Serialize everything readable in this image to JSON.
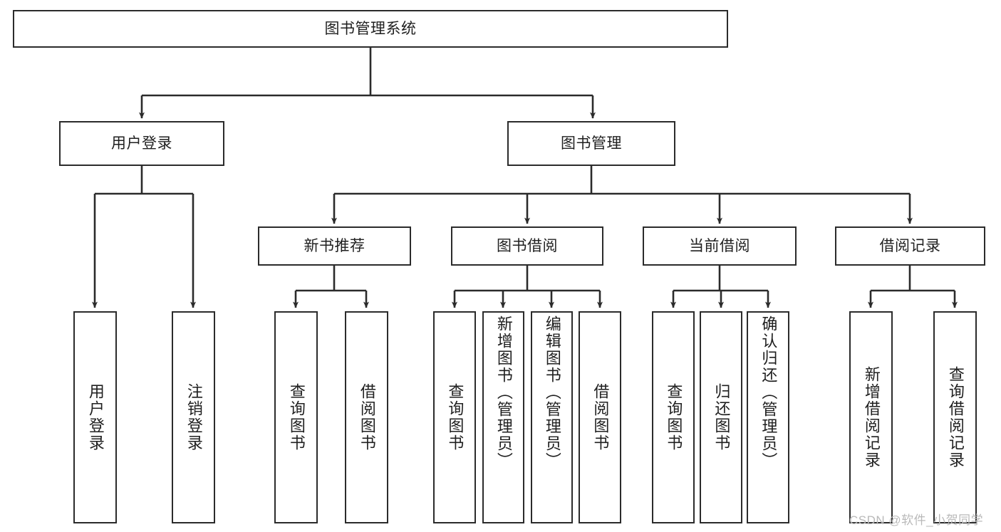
{
  "diagram": {
    "title": "图书管理系统",
    "type": "hierarchy-tree",
    "root": {
      "label": "图书管理系统"
    },
    "level1": [
      {
        "label": "用户登录"
      },
      {
        "label": "图书管理"
      }
    ],
    "level2": [
      {
        "label": "新书推荐"
      },
      {
        "label": "图书借阅"
      },
      {
        "label": "当前借阅"
      },
      {
        "label": "借阅记录"
      }
    ],
    "leaves": {
      "user_login": [
        {
          "label": "用户登录"
        },
        {
          "label": "注销登录"
        }
      ],
      "new_book_recommend": [
        {
          "label": "查询图书"
        },
        {
          "label": "借阅图书"
        }
      ],
      "book_borrow": [
        {
          "label": "查询图书"
        },
        {
          "label": "新增图书（管理员）"
        },
        {
          "label": "编辑图书（管理员）"
        },
        {
          "label": "借阅图书"
        }
      ],
      "current_borrow": [
        {
          "label": "查询图书"
        },
        {
          "label": "归还图书"
        },
        {
          "label": "确认归还（管理员）"
        }
      ],
      "borrow_record": [
        {
          "label": "新增借阅记录"
        },
        {
          "label": "查询借阅记录"
        }
      ]
    }
  },
  "watermark": {
    "text": "CSDN @软件_小贺同学"
  },
  "colors": {
    "stroke": "#2b2b2b",
    "background": "#ffffff",
    "text": "#1f1f1f",
    "watermark": "#b9b9b9"
  }
}
